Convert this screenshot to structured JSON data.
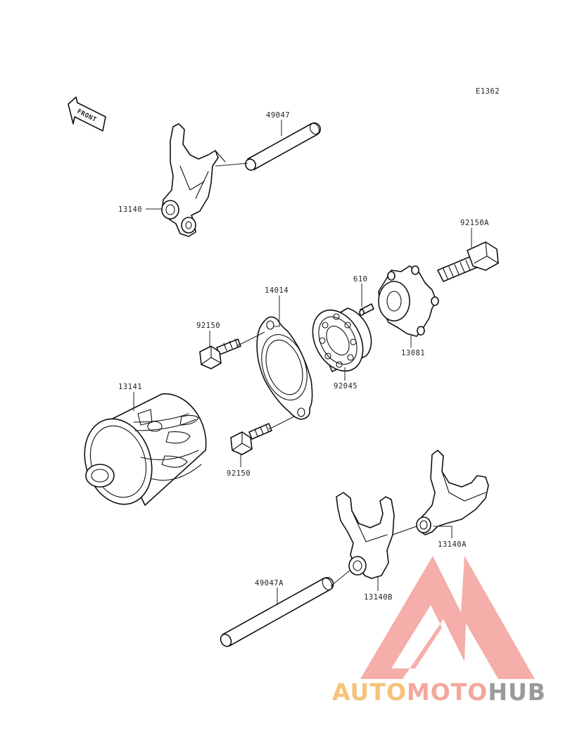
{
  "diagram_code": "E1362",
  "front_label": "FRONT",
  "labels": [
    {
      "id": "p49047",
      "text": "49047"
    },
    {
      "id": "p13140",
      "text": "13140"
    },
    {
      "id": "p92150A",
      "text": "92150A"
    },
    {
      "id": "p610",
      "text": "610"
    },
    {
      "id": "p14014",
      "text": "14014"
    },
    {
      "id": "p92150_top",
      "text": "92150"
    },
    {
      "id": "p13081",
      "text": "13081"
    },
    {
      "id": "p92045",
      "text": "92045"
    },
    {
      "id": "p13141",
      "text": "13141"
    },
    {
      "id": "p92150_bot",
      "text": "92150"
    },
    {
      "id": "p13140A",
      "text": "13140A"
    },
    {
      "id": "p49047A",
      "text": "49047A"
    },
    {
      "id": "p13140B",
      "text": "13140B"
    }
  ],
  "watermark": {
    "parts": [
      {
        "text": "AUTO",
        "color": "#f6c27a"
      },
      {
        "text": "MOTO",
        "color": "#f3a89c"
      },
      {
        "text": "HUB",
        "color": "#9a9a9a"
      }
    ],
    "logo_color": "#f3a09a"
  }
}
